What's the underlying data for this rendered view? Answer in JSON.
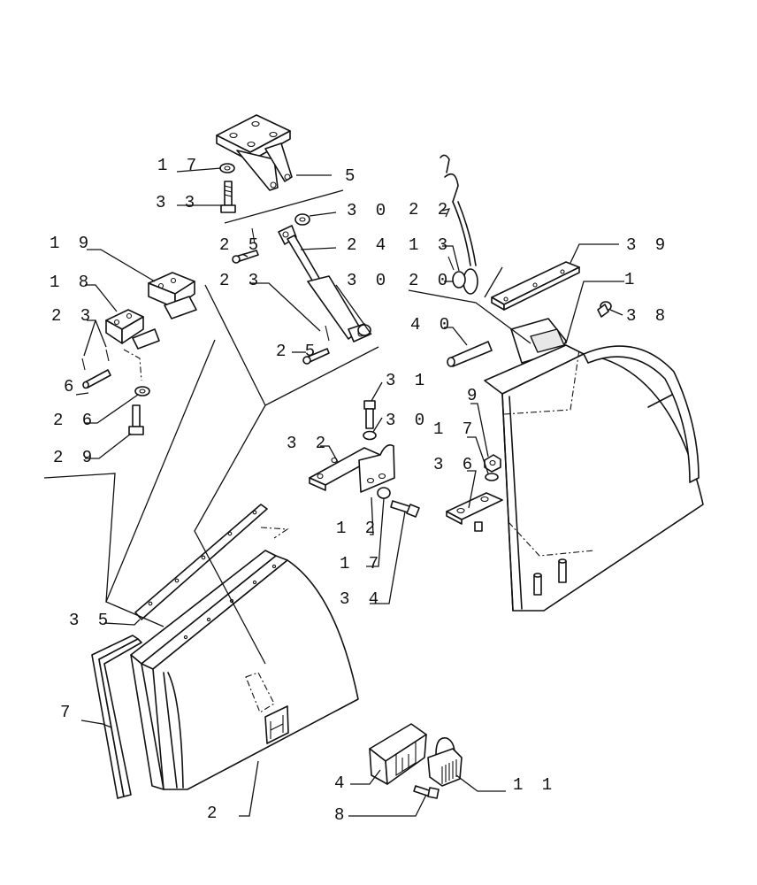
{
  "callouts": [
    {
      "id": "c5",
      "label": "5"
    },
    {
      "id": "c17a",
      "label": "1 7"
    },
    {
      "id": "c33",
      "label": "3 3"
    },
    {
      "id": "c30a",
      "label": "3 0"
    },
    {
      "id": "c24",
      "label": "2 4"
    },
    {
      "id": "c25a",
      "label": "2 5"
    },
    {
      "id": "c23a",
      "label": "2 3"
    },
    {
      "id": "c30b",
      "label": "3 0"
    },
    {
      "id": "c25b",
      "label": "2 5"
    },
    {
      "id": "c19",
      "label": "1 9"
    },
    {
      "id": "c18",
      "label": "1 8"
    },
    {
      "id": "c23b",
      "label": "2 3"
    },
    {
      "id": "c6",
      "label": "6"
    },
    {
      "id": "c26",
      "label": "2 6"
    },
    {
      "id": "c29",
      "label": "2 9"
    },
    {
      "id": "c22",
      "label": "2 2"
    },
    {
      "id": "c13",
      "label": "1 3"
    },
    {
      "id": "c20",
      "label": "2 0"
    },
    {
      "id": "c39",
      "label": "3 9"
    },
    {
      "id": "c1",
      "label": "1"
    },
    {
      "id": "c38",
      "label": "3 8"
    },
    {
      "id": "c40",
      "label": "4 0"
    },
    {
      "id": "c31",
      "label": "3 1"
    },
    {
      "id": "c30c",
      "label": "3 0"
    },
    {
      "id": "c32",
      "label": "3 2"
    },
    {
      "id": "c9",
      "label": "9"
    },
    {
      "id": "c17b",
      "label": "1 7"
    },
    {
      "id": "c36",
      "label": "3 6"
    },
    {
      "id": "c12",
      "label": "1 2"
    },
    {
      "id": "c17c",
      "label": "1 7"
    },
    {
      "id": "c34",
      "label": "3 4"
    },
    {
      "id": "c35",
      "label": "3 5"
    },
    {
      "id": "c7",
      "label": "7"
    },
    {
      "id": "c2",
      "label": "2"
    },
    {
      "id": "c4",
      "label": "4"
    },
    {
      "id": "c11",
      "label": "1 1"
    },
    {
      "id": "c8",
      "label": "8"
    }
  ]
}
